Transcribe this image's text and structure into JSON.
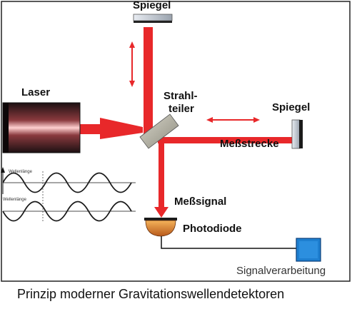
{
  "diagram": {
    "labels": {
      "mirror_top": "Spiegel",
      "mirror_right": "Spiegel",
      "laser": "Laser",
      "beamsplitter_line1": "Strahl-",
      "beamsplitter_line2": "teiler",
      "measure_path": "Meßstrecke",
      "measure_signal": "Meßsignal",
      "photodiode": "Photodiode",
      "signal_processing": "Signalverarbeitung",
      "wave_label_1": "Wellenlänge",
      "wave_label_2": "Wellenlänge"
    },
    "caption": "Prinzip moderner Gravitationswellendetektoren"
  },
  "colors": {
    "beam": "#e8282a",
    "beam_light": "#ff7a6a",
    "laser_body": "#2a1618",
    "mirror_face": "#c9cfd8",
    "mirror_back": "#1a1a1a",
    "beamsplitter": "#b8b6a8",
    "photodiode": "#e08a2a",
    "signal_box": "#1e7fd0",
    "wave": "#1a1a1a",
    "frame": "#222222"
  }
}
